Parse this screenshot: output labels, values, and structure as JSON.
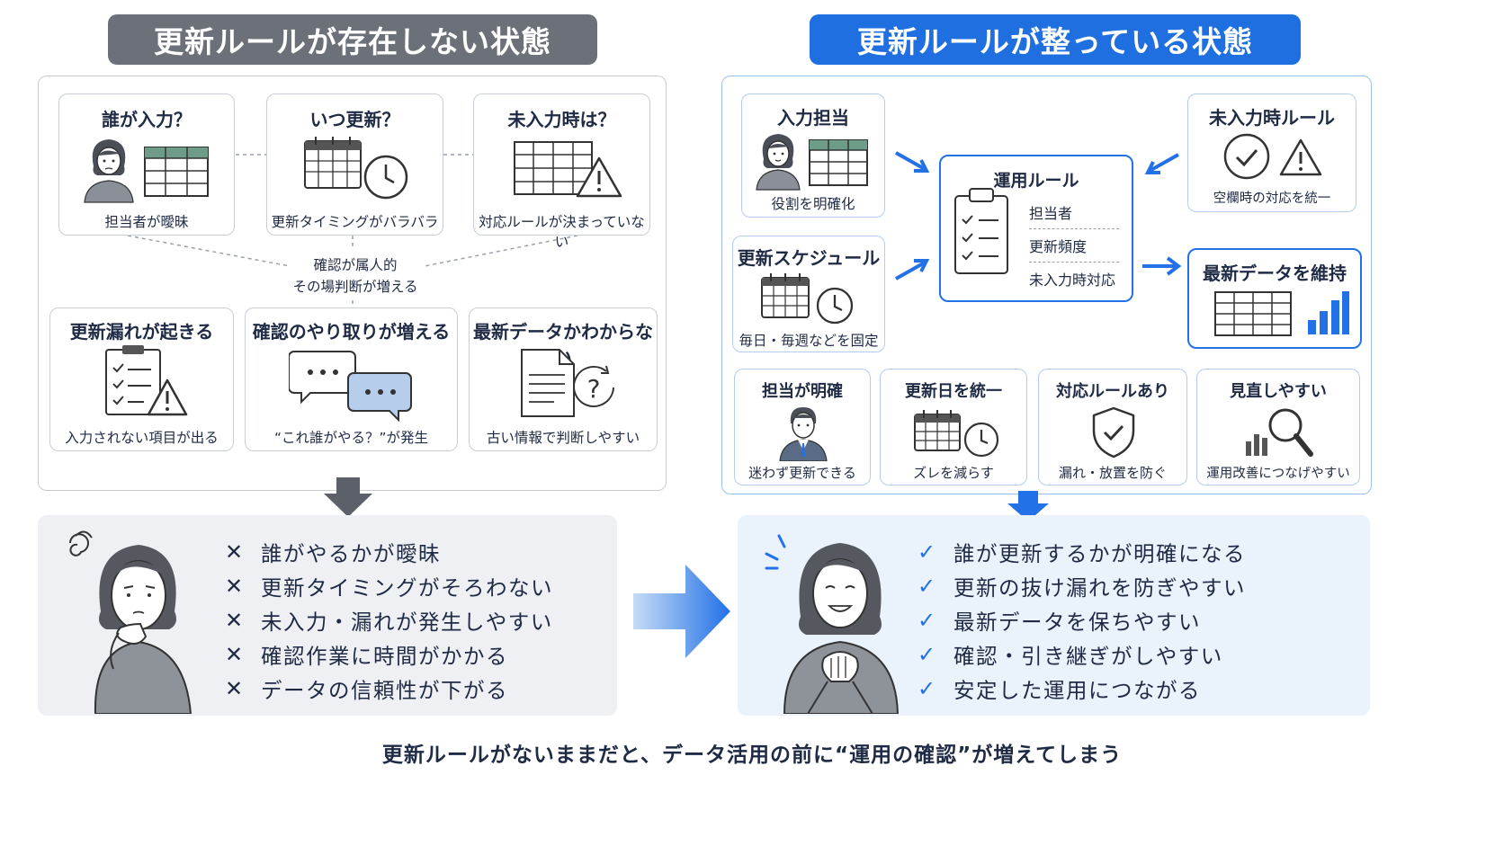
{
  "left": {
    "header": "更新ルールが存在しない状態",
    "top_cards": [
      {
        "title": "誰が入力？",
        "caption": "担当者が曖昧"
      },
      {
        "title": "いつ更新？",
        "caption": "更新タイミングがバラバラ"
      },
      {
        "title": "未入力時は？",
        "caption": "対応ルールが決まっていない"
      }
    ],
    "center_note": [
      "確認が属人的",
      "その場判断が増える"
    ],
    "bottom_cards": [
      {
        "title": "更新漏れが起きる",
        "caption": "入力されない項目が出る"
      },
      {
        "title": "確認のやり取りが増える",
        "caption": "“これ誰がやる？”が発生"
      },
      {
        "title": "最新データかわからない",
        "caption": "古い情報で判断しやすい"
      }
    ],
    "summary": [
      "誰がやるかが曖昧",
      "更新タイミングがそろわない",
      "未入力・漏れが発生しやすい",
      "確認作業に時間がかかる",
      "データの信頼性が下がる"
    ]
  },
  "right": {
    "header": "更新ルールが整っている状態",
    "input_card": {
      "title": "入力担当",
      "caption": "役割を明確化"
    },
    "schedule_card": {
      "title": "更新スケジュール",
      "caption": "毎日・毎週などを固定"
    },
    "rule_card": {
      "title": "運用ルール",
      "items": [
        "担当者",
        "更新頻度",
        "未入力時対応"
      ]
    },
    "missing_card": {
      "title": "未入力時ルール",
      "caption": "空欄時の対応を統一"
    },
    "latest_card": {
      "title": "最新データを維持"
    },
    "bottom_cards": [
      {
        "title": "担当が明確",
        "caption": "迷わず更新できる"
      },
      {
        "title": "更新日を統一",
        "caption": "ズレを減らす"
      },
      {
        "title": "対応ルールあり",
        "caption": "漏れ・放置を防ぐ"
      },
      {
        "title": "見直しやすい",
        "caption": "運用改善につなげやすい"
      }
    ],
    "summary": [
      "誰が更新するかが明確になる",
      "更新の抜け漏れを防ぎやすい",
      "最新データを保ちやすい",
      "確認・引き継ぎがしやすい",
      "安定した運用につながる"
    ]
  },
  "footer": "更新ルールがないままだと、データ活用の前に“運用の確認”が増えてしまう",
  "colors": {
    "gray_header": "#6b7079",
    "blue_header": "#1f6fe0",
    "accent_blue": "#2271e6",
    "gray_bg": "#eef0f3",
    "blue_bg": "#eaf2fc"
  }
}
